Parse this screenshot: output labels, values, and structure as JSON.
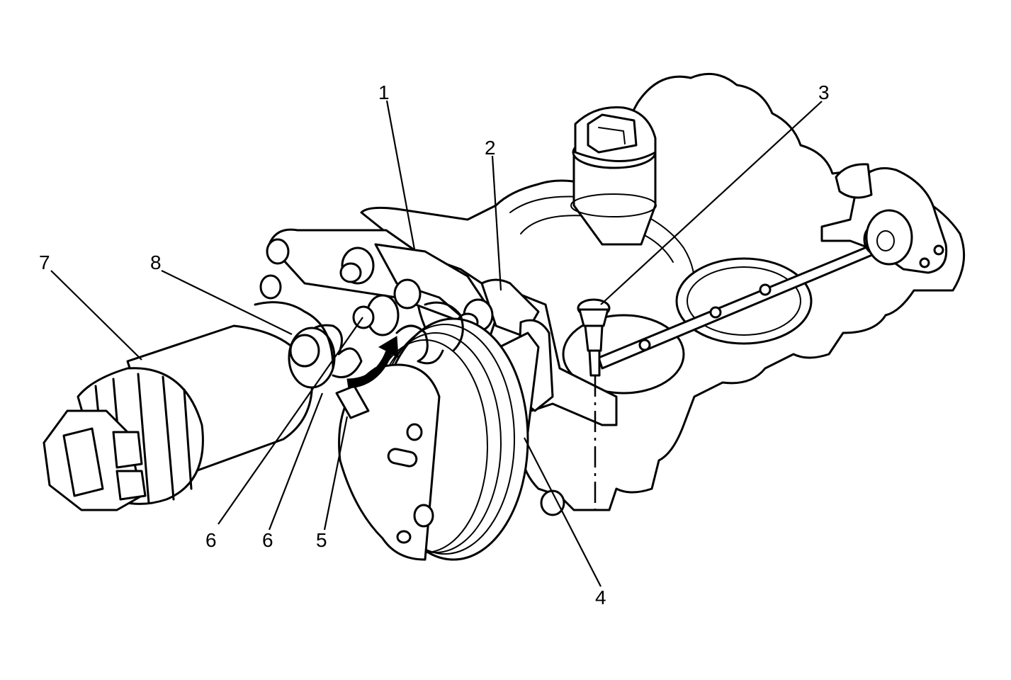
{
  "callouts": [
    {
      "id": "c1",
      "text": "1"
    },
    {
      "id": "c2",
      "text": "2"
    },
    {
      "id": "c3",
      "text": "3"
    },
    {
      "id": "c4",
      "text": "4"
    },
    {
      "id": "c5",
      "text": "5"
    },
    {
      "id": "c6a",
      "text": "6"
    },
    {
      "id": "c6b",
      "text": "6"
    },
    {
      "id": "c7",
      "text": "7"
    },
    {
      "id": "c8",
      "text": "8"
    }
  ],
  "colors": {
    "ink": "#000000",
    "paper": "#ffffff"
  }
}
